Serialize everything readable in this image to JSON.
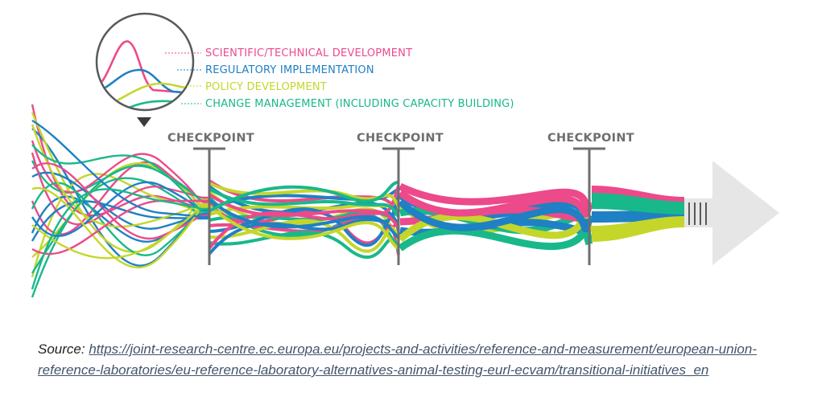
{
  "legend": {
    "items": [
      {
        "label": "SCIENTIFIC/TECHNICAL DEVELOPMENT",
        "color": "#ec4a8a"
      },
      {
        "label": "REGULATORY IMPLEMENTATION",
        "color": "#1f80c4"
      },
      {
        "label": "POLICY DEVELOPMENT",
        "color": "#c5d62b"
      },
      {
        "label": "CHANGE MANAGEMENT (INCLUDING CAPACITY BUILDING)",
        "color": "#19b88a"
      }
    ]
  },
  "checkpoints": [
    {
      "label": "CHECKPOINT"
    },
    {
      "label": "CHECKPOINT"
    },
    {
      "label": "CHECKPOINT"
    }
  ],
  "colors": {
    "pink": "#ec4a8a",
    "blue": "#1f80c4",
    "lime": "#c5d62b",
    "green": "#19b88a",
    "gray": "#6d6e71",
    "arrow": "#e6e6e6"
  },
  "source": {
    "prefix": "Source:",
    "url": "https://joint-research-centre.ec.europa.eu/projects-and-activities/reference-and-measurement/european-union-reference-laboratories/eu-reference-laboratory-alternatives-animal-testing-eurl-ecvam/transitional-initiatives_en"
  }
}
